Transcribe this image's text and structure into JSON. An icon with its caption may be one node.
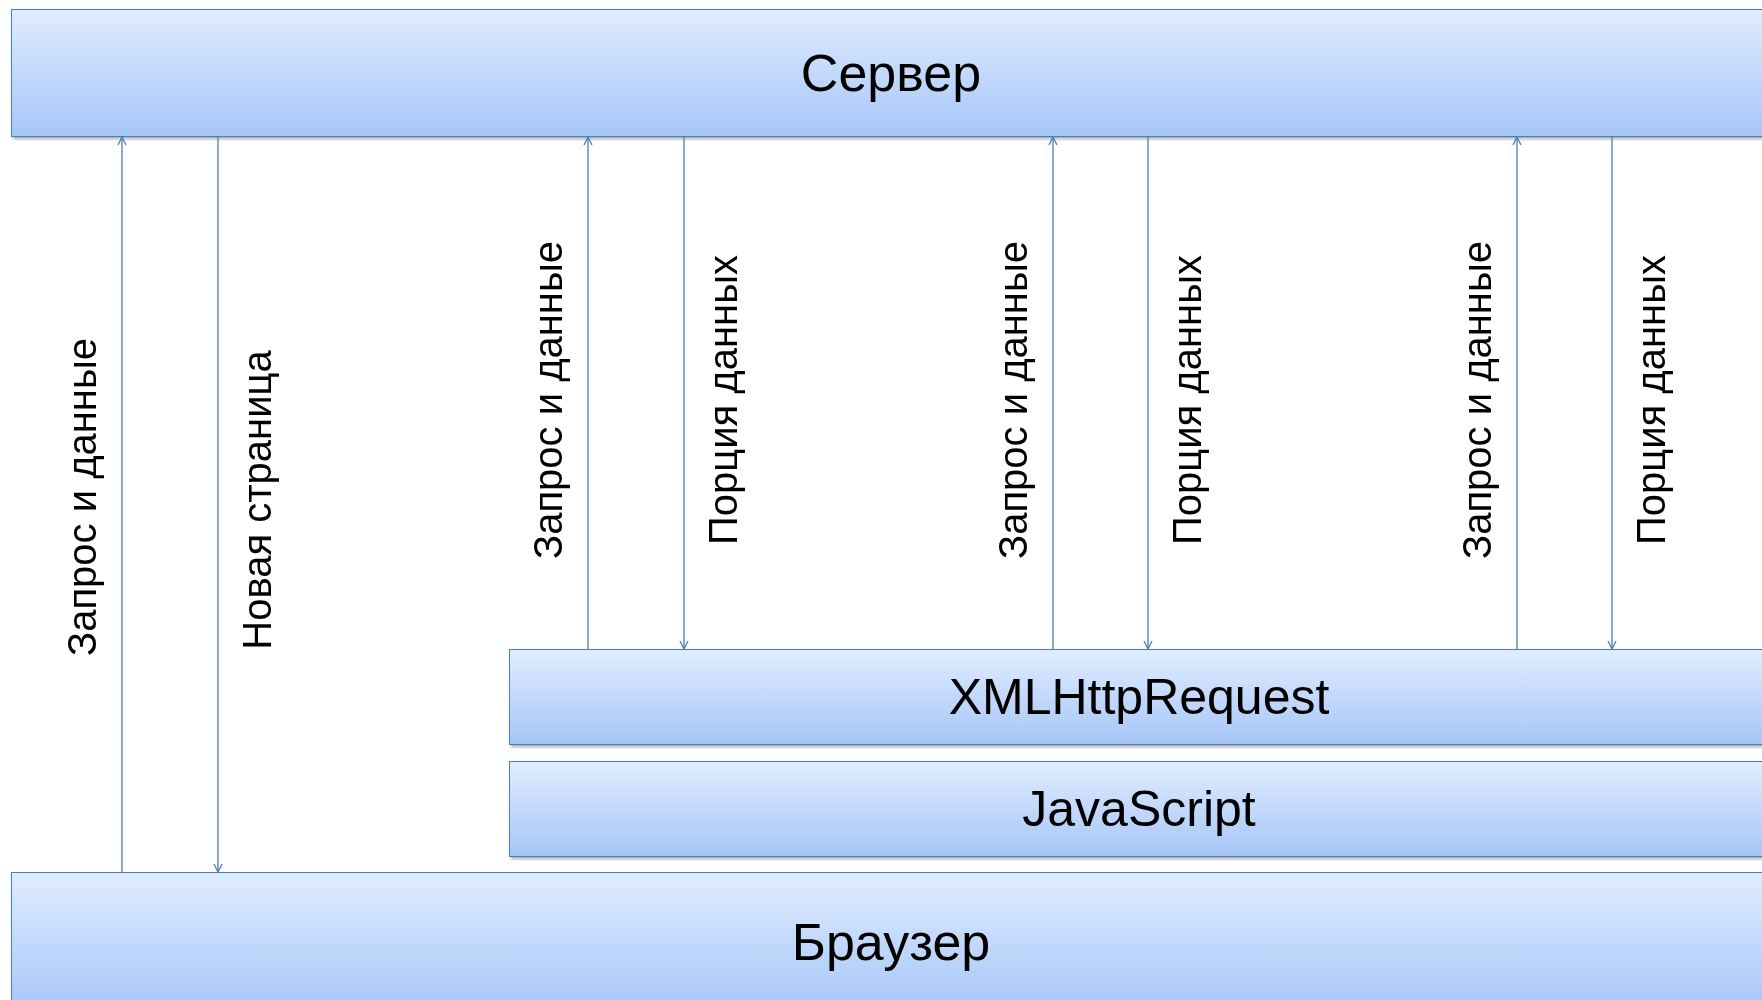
{
  "diagram": {
    "nodes": [
      {
        "text": [
          "Сервер"
        ]
      },
      {
        "text": [
          "XMLHttpRequest"
        ]
      },
      {
        "text": [
          "JavaScript"
        ]
      },
      {
        "text": [
          "Браузер"
        ]
      }
    ],
    "edges": [
      {
        "from": 3,
        "to": 0,
        "arrow": "to",
        "label": "Запрос и данные"
      },
      {
        "from": 0,
        "to": 3,
        "arrow": "to",
        "label": "Новая страница"
      },
      {
        "from": 1,
        "to": 0,
        "arrow": "to",
        "label": "Запрос и данные"
      },
      {
        "from": 0,
        "to": 1,
        "arrow": "to",
        "label": "Порция данных"
      },
      {
        "from": 1,
        "to": 0,
        "arrow": "to",
        "label": "Запрос и данные"
      },
      {
        "from": 0,
        "to": 1,
        "arrow": "to",
        "label": "Порция данных"
      },
      {
        "from": 1,
        "to": 0,
        "arrow": "to",
        "label": "Запрос и данные"
      },
      {
        "from": 0,
        "to": 1,
        "arrow": "to",
        "label": "Порция данных"
      }
    ]
  }
}
